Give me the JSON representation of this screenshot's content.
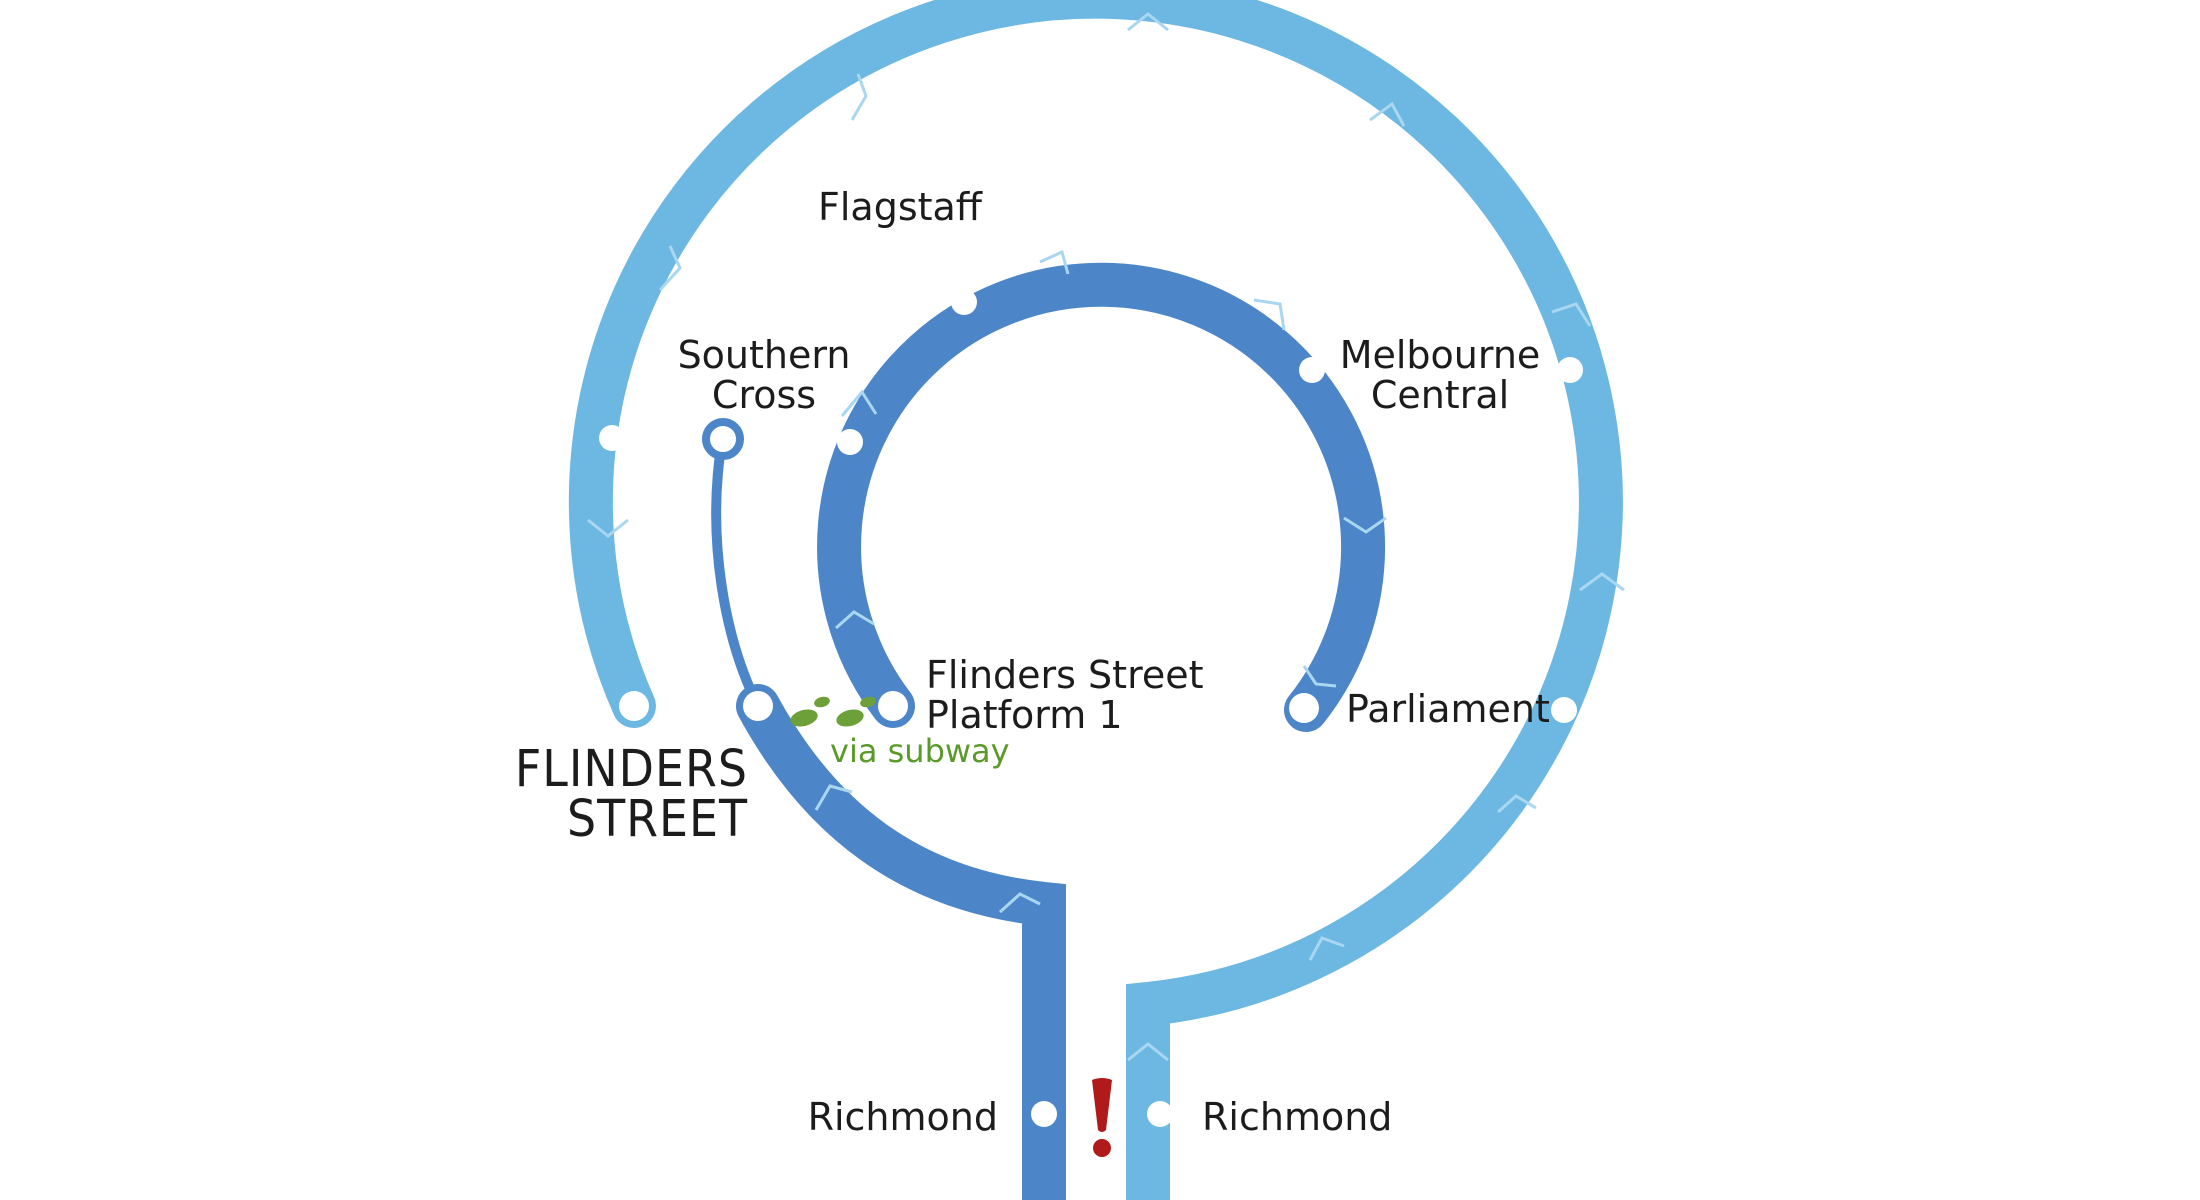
{
  "lines": {
    "outer_color": "#6db8e3",
    "inner_color": "#4d86c8",
    "arrow_color": "#a9d6f0",
    "alert_color": "#b01a1a",
    "walk_color": "#6ea03a"
  },
  "labels": {
    "flagstaff": "Flagstaff",
    "southern_cross_1": "Southern",
    "southern_cross_2": "Cross",
    "melbourne_central_1": "Melbourne",
    "melbourne_central_2": "Central",
    "flinders_platform_1": "Flinders Street",
    "flinders_platform_2": "Platform 1",
    "via_subway": "via subway",
    "parliament": "Parliament",
    "flinders_street_1": "FLINDERS",
    "flinders_street_2": "STREET",
    "richmond_left": "Richmond",
    "richmond_right": "Richmond",
    "alert_mark": "!"
  },
  "icons": {
    "walk": "footsteps-icon",
    "alert": "exclamation-icon"
  }
}
